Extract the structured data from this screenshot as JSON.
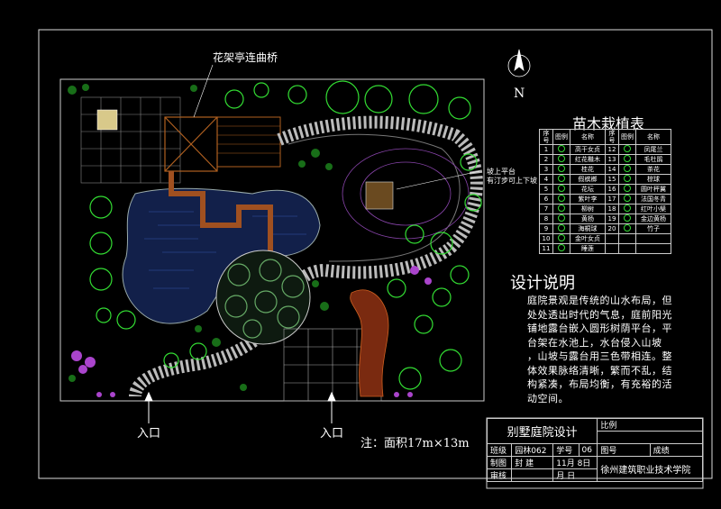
{
  "top_label": "花架亭连曲桥",
  "slope_note": [
    "坡上平台",
    "有汀步可上下坡"
  ],
  "north": "N",
  "legend": {
    "title": "苗木栽植表",
    "headers": [
      "序号",
      "图例",
      "名称",
      "序号",
      "图例",
      "名称"
    ],
    "rows": [
      [
        "1",
        "高干女贞",
        "12",
        "凤尾兰"
      ],
      [
        "2",
        "红花檵木",
        "13",
        "毛杜鹃"
      ],
      [
        "3",
        "桂花",
        "14",
        "茶花"
      ],
      [
        "4",
        "假槟榔",
        "15",
        "棕球"
      ],
      [
        "5",
        "花坛",
        "16",
        "圆叶秤翼"
      ],
      [
        "6",
        "紫叶李",
        "17",
        "法国冬青"
      ],
      [
        "7",
        "柳树",
        "18",
        "红叶小檗"
      ],
      [
        "8",
        "黄杨",
        "19",
        "金边黄杨"
      ],
      [
        "9",
        "海桐球",
        "20",
        "竹子"
      ],
      [
        "10",
        "金叶女贞",
        "",
        ""
      ],
      [
        "11",
        "睡莲",
        "",
        ""
      ]
    ]
  },
  "description": {
    "title": "设计说明",
    "lines": [
      "庭院景观是传统的山水布局，但",
      "处处透出时代的气息，庭前阳光",
      "铺地露台嵌入圆形树荫平台，平",
      "台架在水池上，水台侵入山坡",
      "，山坡与露台用三色带相连。整",
      "体效果脉络清晰，繁而不乱，结",
      "构紧凑，布局均衡，有充裕的活",
      "动空间。"
    ]
  },
  "entrances": [
    "入口",
    "入口"
  ],
  "area_note": "注：面积17m×13m",
  "title_block": {
    "project": "别墅庭院设计",
    "scale_label": "比例",
    "class_label": "班级",
    "class_value": "园林062",
    "id_label": "学号",
    "id_value": "06",
    "fig_label": "图号",
    "score_label": "成绩",
    "drawn_label": "制图",
    "drawn_value": "封 建",
    "date1": "11月 8日",
    "school": "徐州建筑职业技术学院",
    "check_label": "审核",
    "date2": "月   日"
  },
  "colors": {
    "background": "#000000",
    "plant_green": "#33dd33",
    "water": "#1a2a5a",
    "pergola": "#a05020",
    "path": "#cccccc",
    "purple_flowers": "#aa44cc"
  }
}
